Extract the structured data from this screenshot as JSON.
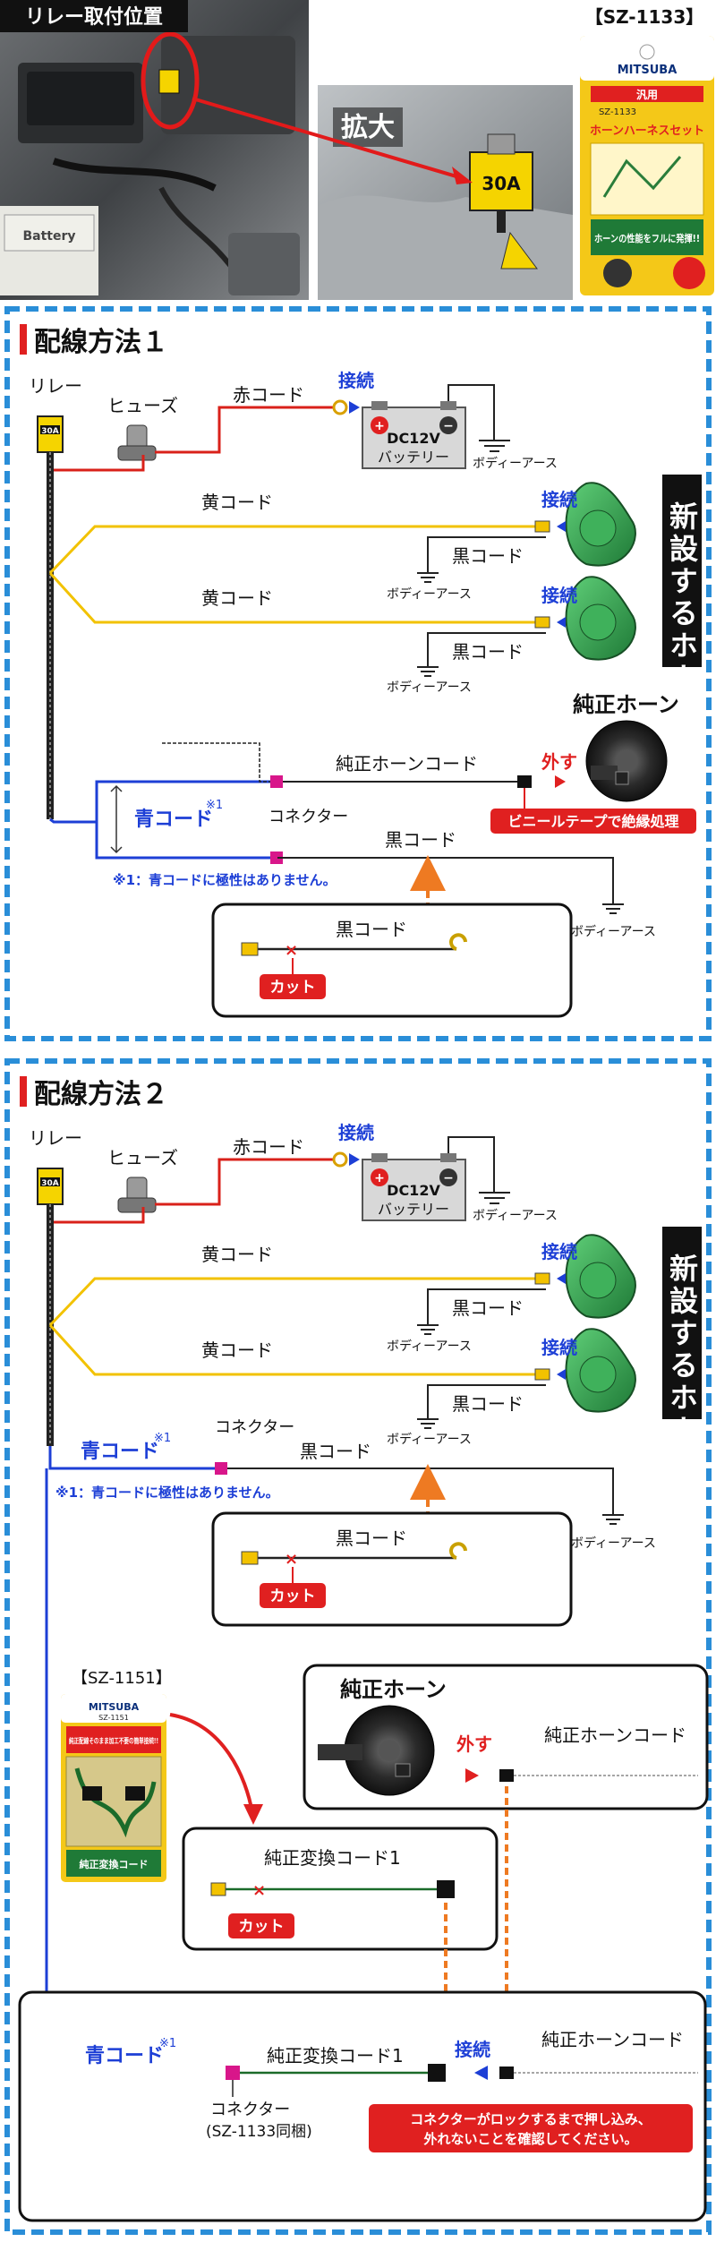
{
  "header": {
    "relay_position_label": "リレー取付位置",
    "zoom_label": "拡大",
    "product_code": "【SZ-1133】",
    "product_package": {
      "brand": "MITSUBA",
      "tag": "汎用",
      "code": "SZ-1133",
      "name": "ホーンハーネスセット",
      "catch": "ホーンの性能をフルに発揮!!"
    },
    "battery_print": "Battery",
    "relay_rating": "30A"
  },
  "section1": {
    "title": "配線方法１",
    "relay": "リレー",
    "fuse": "ヒューズ",
    "red_cord": "赤コード",
    "connect": "接続",
    "battery_dc": "DC12V",
    "battery": "バッテリー",
    "body_earth": "ボディーアース",
    "yellow_cord": "黄コード",
    "black_cord": "黒コード",
    "new_horn": "新設するホーン",
    "stock_horn": "純正ホーン",
    "stock_horn_cord": "純正ホーンコード",
    "remove": "外す",
    "vinyl_tape": "ビニールテープで絶縁処理",
    "blue_cord": "青コード",
    "note_mark": "※1",
    "connector": "コネクター",
    "note": "※1：青コードに極性はありません。",
    "cut": "カット"
  },
  "section2": {
    "title": "配線方法２",
    "relay": "リレー",
    "fuse": "ヒューズ",
    "red_cord": "赤コード",
    "connect": "接続",
    "battery_dc": "DC12V",
    "battery": "バッテリー",
    "body_earth": "ボディーアース",
    "yellow_cord": "黄コード",
    "black_cord": "黒コード",
    "new_horn": "新設するホーン",
    "blue_cord": "青コード",
    "note_mark": "※1",
    "connector": "コネクター",
    "note": "※1：青コードに極性はありません。",
    "cut": "カット",
    "sz1151": "【SZ-1151】",
    "sz1151_package": {
      "brand": "MITSUBA",
      "code": "SZ-1151",
      "banner": "純正配線そのまま加工不要の簡単接続!!",
      "name": "純正変換コード"
    },
    "stock_horn": "純正ホーン",
    "stock_horn_cord": "純正ホーンコード",
    "remove": "外す",
    "conversion_cord": "純正変換コード1",
    "connector_included": "(SZ-1133同梱)",
    "lock_note_line1": "コネクターがロックするまで押し込み、",
    "lock_note_line2": "外れないことを確認してください。"
  },
  "colors": {
    "red_wire": "#d9211a",
    "yellow_wire": "#f2c200",
    "blue_wire": "#1d3fd6",
    "black_wire": "#222222",
    "frame_blue": "#2a8ed8",
    "accent_red": "#e02020",
    "horn_green": "#2f9a48",
    "connector_pink": "#d8168a",
    "arrow_orange": "#ee7a22"
  }
}
